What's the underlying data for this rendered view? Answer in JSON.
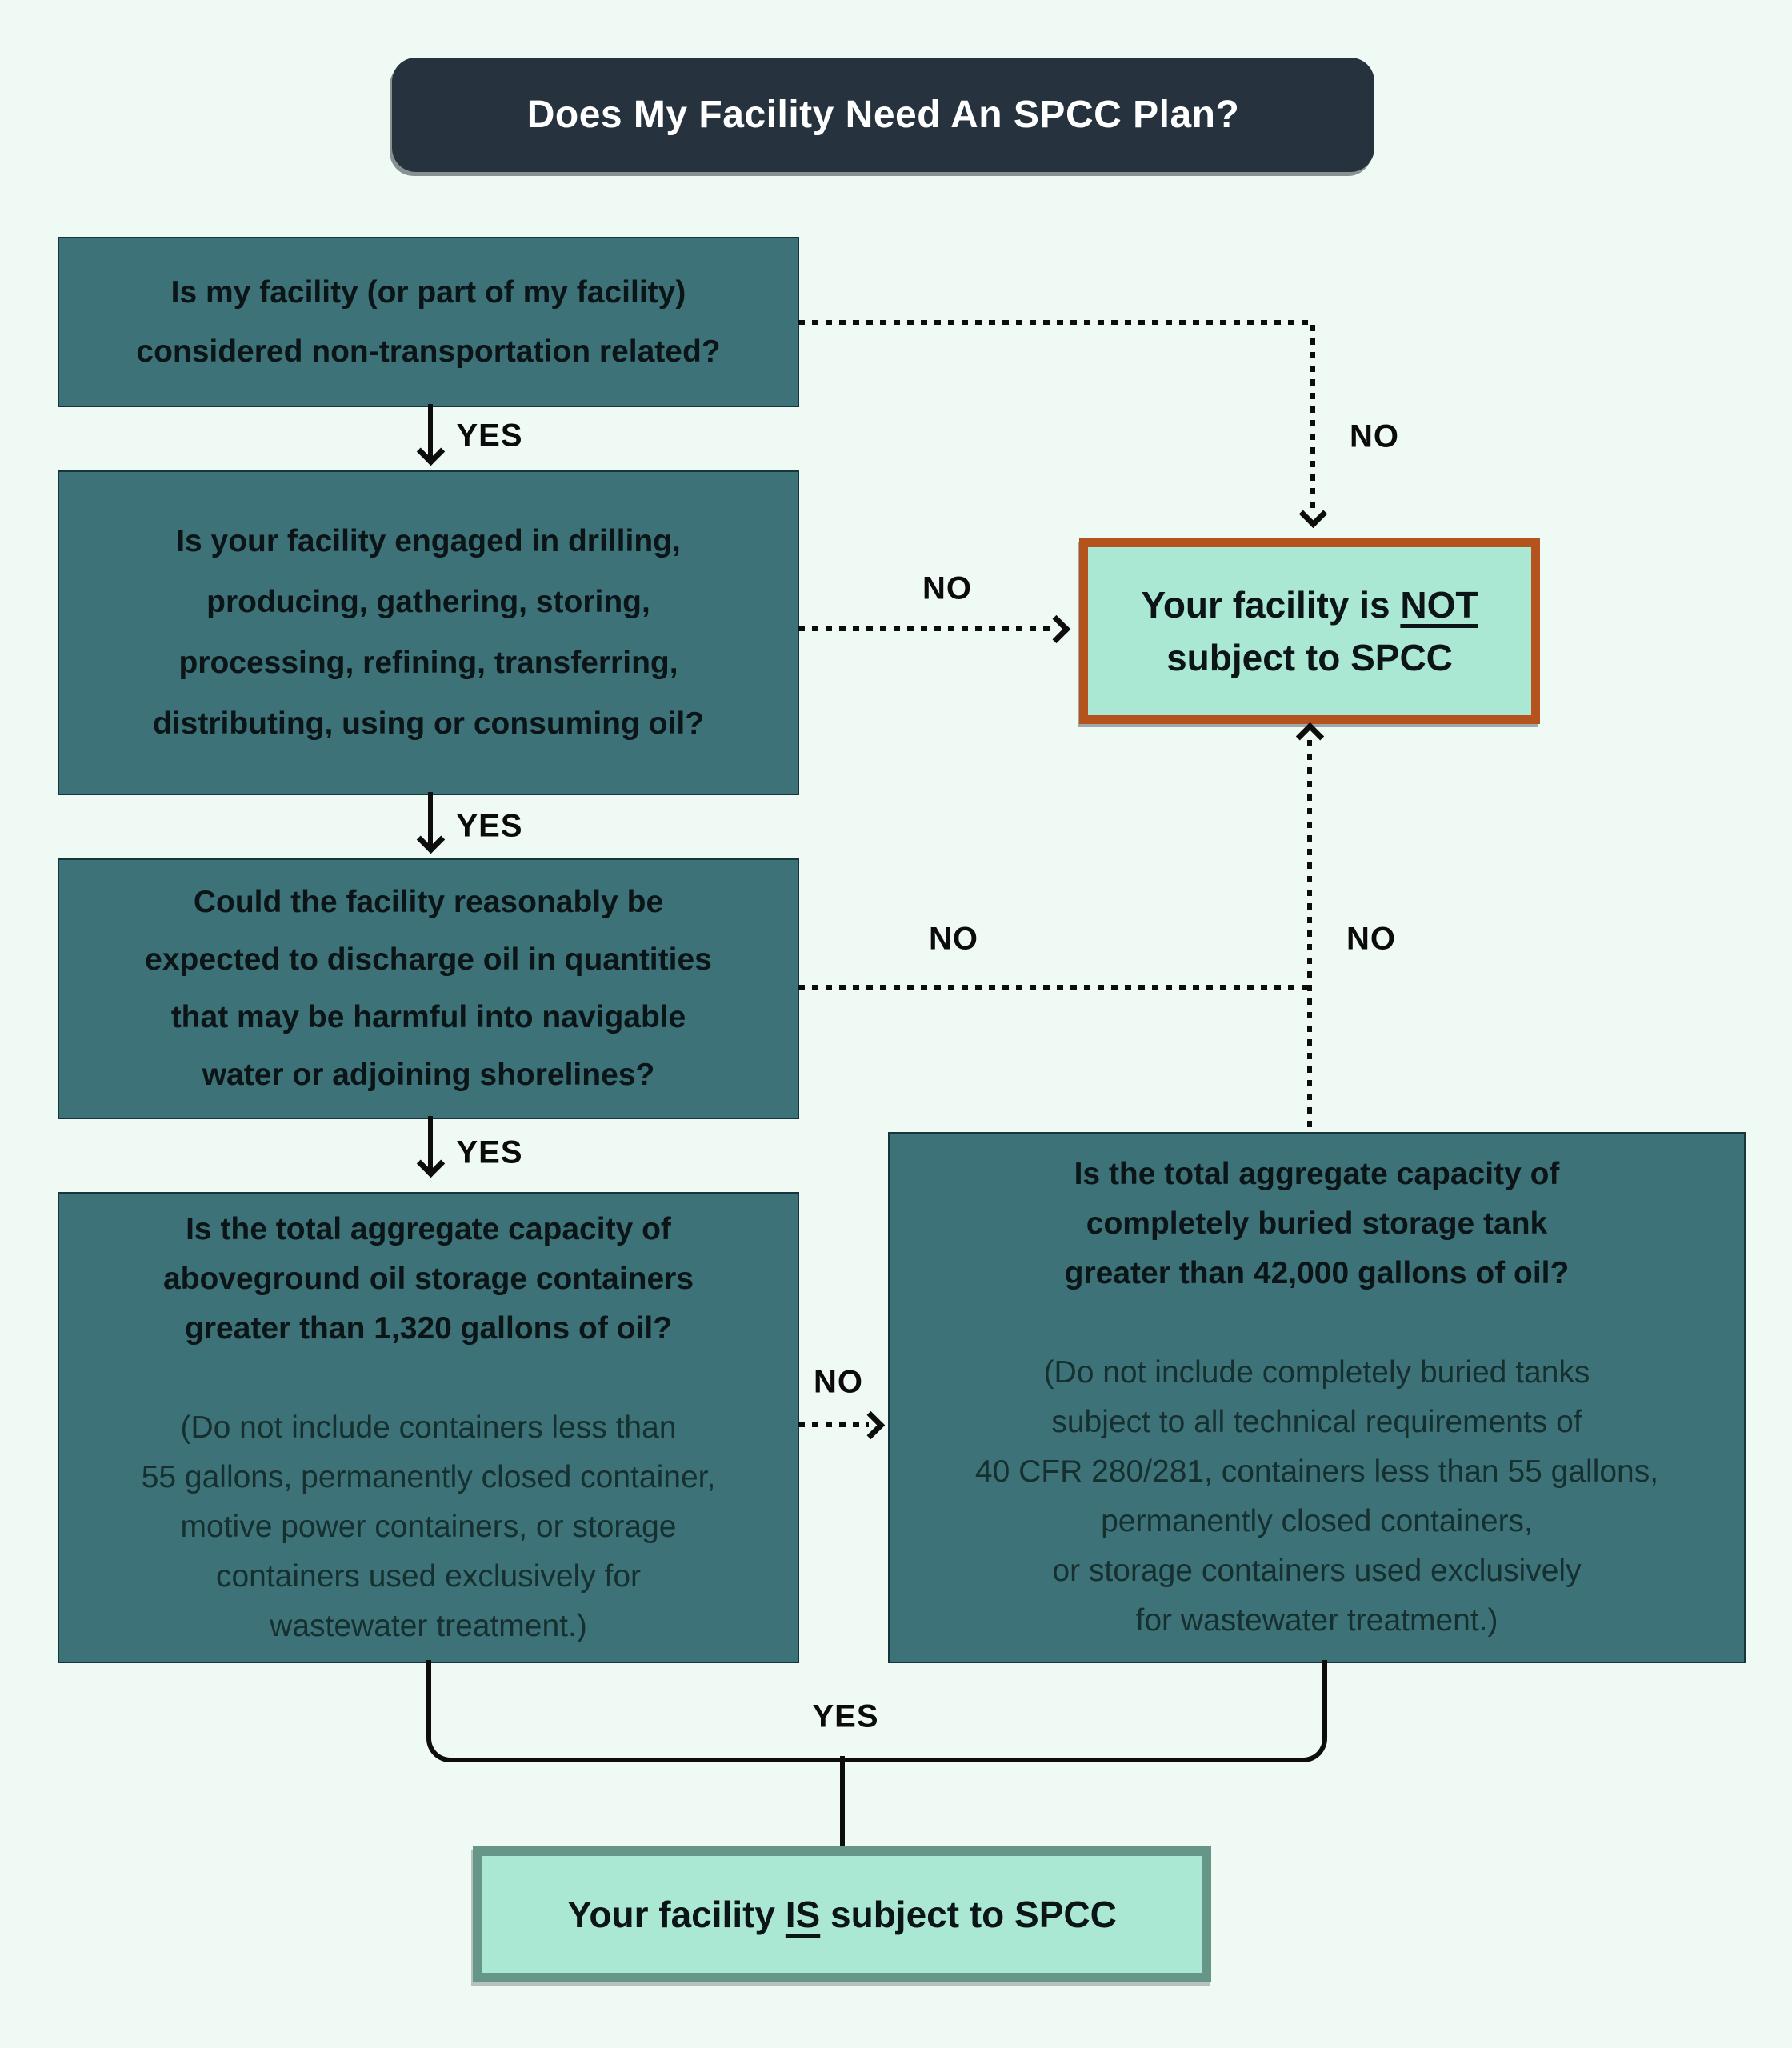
{
  "title": "Does My Facility Need An SPCC Plan?",
  "questions": {
    "q1": {
      "lines": [
        "Is my facility (or part of my facility)",
        "considered non-transportation related?"
      ]
    },
    "q2": {
      "lines": [
        "Is your facility engaged in drilling,",
        "producing, gathering, storing,",
        "processing, refining, transferring,",
        "distributing, using or consuming oil?"
      ]
    },
    "q3": {
      "lines": [
        "Could the facility reasonably be",
        "expected to discharge oil in quantities",
        "that may be harmful into navigable",
        "water or adjoining shorelines?"
      ]
    },
    "q4": {
      "bold_lines": [
        "Is the total aggregate capacity of",
        "aboveground oil storage containers",
        "greater than 1,320 gallons of oil?"
      ],
      "note_lines": [
        "(Do not include containers less than",
        "55 gallons, permanently closed container,",
        "motive power containers, or storage",
        "containers used exclusively for",
        "wastewater treatment.)"
      ]
    },
    "q5": {
      "bold_lines": [
        "Is the total aggregate capacity of",
        "completely buried storage tank",
        "greater than 42,000 gallons of oil?"
      ],
      "note_lines": [
        "(Do not include completely buried tanks",
        "subject to all technical requirements of",
        "40 CFR 280/281, containers less than 55 gallons,",
        "permanently closed containers,",
        "or storage containers used exclusively",
        "for wastewater treatment.)"
      ]
    }
  },
  "outcomes": {
    "not_subject": {
      "line1_prefix": "Your facility is ",
      "line1_underline": "NOT",
      "line2": "subject to SPCC"
    },
    "is_subject": {
      "prefix": "Your facility ",
      "underline": "IS",
      "suffix": " subject to SPCC"
    }
  },
  "labels": {
    "yes1": "YES",
    "yes2": "YES",
    "yes3": "YES",
    "yes4": "YES",
    "no1": "NO",
    "no2": "NO",
    "no3": "NO",
    "no4": "NO",
    "no5": "NO"
  },
  "colors": {
    "background": "#EFFAF4",
    "question_teal": "#3C7278",
    "title_navy": "#26323E",
    "outcome_mint": "#ABE8D3",
    "not_border_orange": "#B4531E",
    "is_border_green": "#669688",
    "line_black": "#0D0D0D"
  }
}
